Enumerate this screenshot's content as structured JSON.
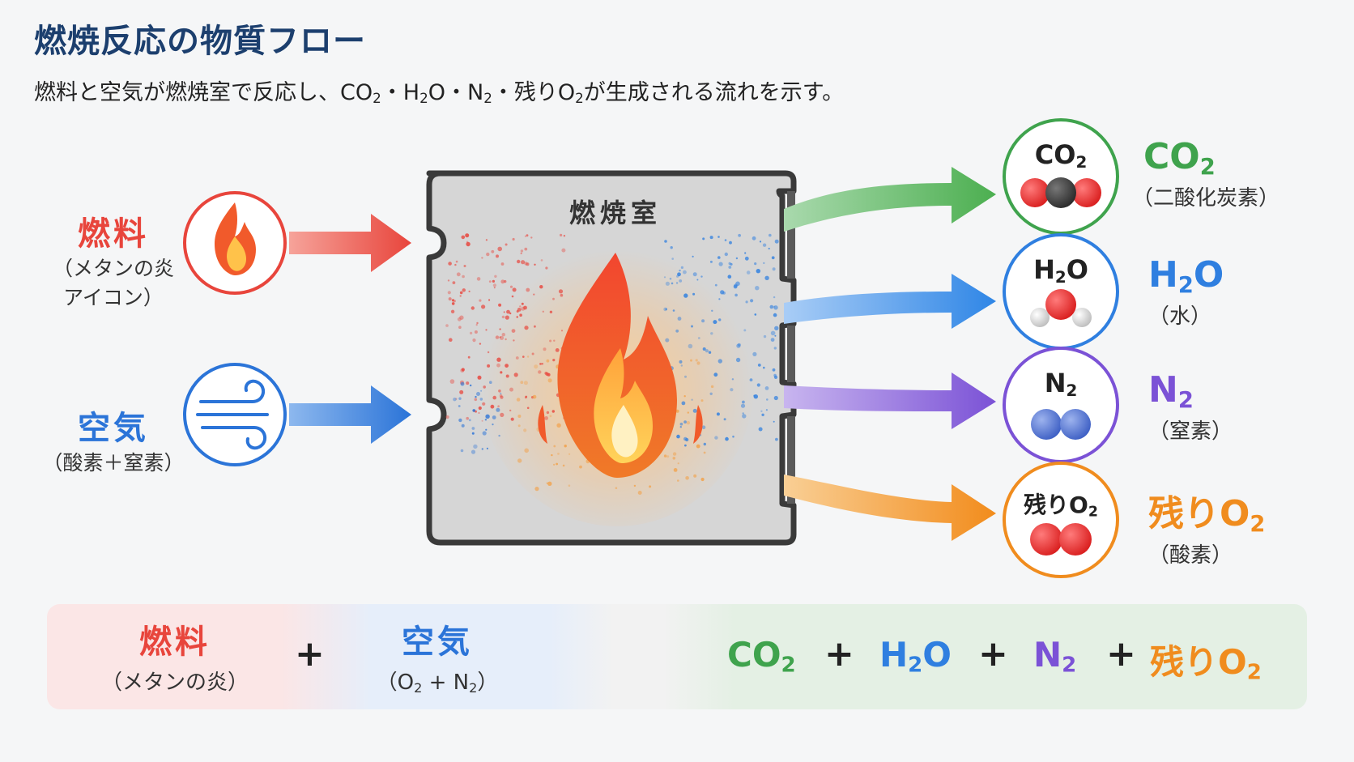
{
  "header": {
    "title": "燃焼反応の物質フロー",
    "subtitle_parts": [
      "燃料と空気が燃焼室で反応し、CO",
      "2",
      "・H",
      "2",
      "O・N",
      "2",
      "・残りO",
      "2",
      "が生成される流れを示す。"
    ]
  },
  "inputs": {
    "fuel": {
      "main": "燃料",
      "sub1": "（メタンの炎",
      "sub2": "アイコン）",
      "icon": "flame-icon",
      "color": "#e8453c"
    },
    "air": {
      "main": "空気",
      "sub": "（酸素＋窒素）",
      "icon": "wind-icon",
      "color": "#2b74d8"
    }
  },
  "chamber": {
    "label": "燃焼室"
  },
  "products": {
    "co2": {
      "chip_a": "CO",
      "chip_sub": "2",
      "main_a": "CO",
      "main_sub": "2",
      "sub": "（二酸化炭素）",
      "color": "#3fa34d"
    },
    "h2o": {
      "chip_a": "H",
      "chip_sub": "2",
      "chip_b": "O",
      "main_a": "H",
      "main_sub": "2",
      "main_b": "O",
      "sub": "（水）",
      "color": "#2f7fe0"
    },
    "n2": {
      "chip_a": "N",
      "chip_sub": "2",
      "main_a": "N",
      "main_sub": "2",
      "sub": "（窒素）",
      "color": "#7b52d6"
    },
    "o2": {
      "chip_a": "残りO",
      "chip_sub": "2",
      "main_a": "残りO",
      "main_sub": "2",
      "sub": "（酸素）",
      "color": "#f08c1e"
    }
  },
  "equation": {
    "fuel_main": "燃料",
    "fuel_sub": "（メタンの炎）",
    "air_main": "空気",
    "air_sub_a": "（O",
    "air_sub_2a": "2",
    "air_sub_b": " + N",
    "air_sub_2b": "2",
    "air_sub_c": "）",
    "plus": "+",
    "p1_a": "CO",
    "p1_sub": "2",
    "p2_a": "H",
    "p2_sub": "2",
    "p2_b": "O",
    "p3_a": "N",
    "p3_sub": "2",
    "p4_a": "残りO",
    "p4_sub": "2"
  }
}
